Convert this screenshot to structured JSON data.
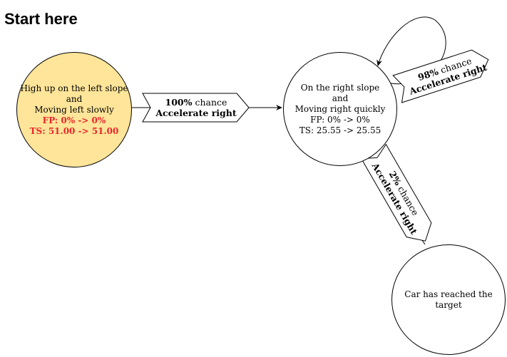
{
  "title": "Start here",
  "nodes": {
    "start": {
      "lines": [
        "High up on the left slope",
        "and",
        "Moving left slowly"
      ],
      "fp": "FP: 0% -> 0%",
      "ts": "TS: 51.00 -> 51.00",
      "fill": "#ffe599",
      "highlight_color": "#e8262b"
    },
    "right_slope": {
      "lines": [
        "On the right slope",
        "and",
        "Moving right quickly"
      ],
      "fp": "FP: 0% -> 0%",
      "ts": "TS: 25.55 -> 25.55"
    },
    "target": {
      "text": "Car has reached the target"
    }
  },
  "transitions": {
    "start_to_right": {
      "pct": "100%",
      "chance": "chance",
      "action": "Accelerate right"
    },
    "right_self": {
      "pct": "98%",
      "chance": "chance",
      "action": "Accelerate right"
    },
    "right_to_target": {
      "pct": "2%",
      "chance": "chance",
      "action": "Accelerate right"
    }
  }
}
